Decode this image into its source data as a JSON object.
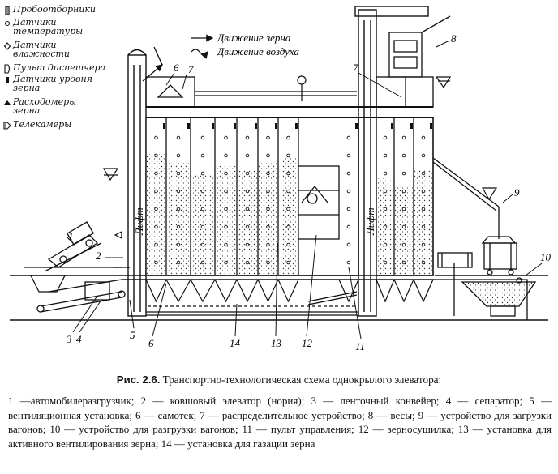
{
  "legend": [
    {
      "icon": "sampler-icon",
      "text": "Пробоотборники"
    },
    {
      "icon": "temperature-sensor-icon",
      "text": "Датчики\nтемпературы"
    },
    {
      "icon": "humidity-sensor-icon",
      "text": "Датчики\nвлажности"
    },
    {
      "icon": "dispatcher-console-icon",
      "text": "Пульт диспетчера"
    },
    {
      "icon": "grain-level-sensor-icon",
      "text": "Датчики уровня\nзерна"
    },
    {
      "icon": "flow-meter-icon",
      "text": "Расходомеры\nзерна"
    },
    {
      "icon": "tv-camera-icon",
      "text": "Телекамеры"
    }
  ],
  "flow_legend": {
    "grain": "Движение зерна",
    "air": "Движение воздуха"
  },
  "callouts": {
    "n1": "1",
    "n2": "2",
    "n3": "3",
    "n4": "4",
    "n5": "5",
    "n6a": "6",
    "n6b": "6",
    "n7a": "7",
    "n7b": "7",
    "n8": "8",
    "n9": "9",
    "n10": "10",
    "n11": "11",
    "n12": "12",
    "n13": "13",
    "n14": "14"
  },
  "lift_labels": {
    "left": "Лифт",
    "right": "Лифт"
  },
  "caption": {
    "title": "Рис. 2.6.",
    "subtitle": "Транспортно-технологическая схема однокрылого элеватора:",
    "body": "1 —автомобилеразгрузчик; 2 — ковшовый элеватор (нория); 3 — ленточный конвейер; 4 — сепаратор; 5 — вентиляционная установка; 6 — самотек; 7 — распределительное устройство; 8 — весы; 9 — устройство для загрузки вагонов; 10 — устройство для разгрузки вагонов; 11 — пульт управления; 12 — зерносушилка; 13 — установка для активного вентилирования зерна; 14 — установка для газации зерна"
  }
}
